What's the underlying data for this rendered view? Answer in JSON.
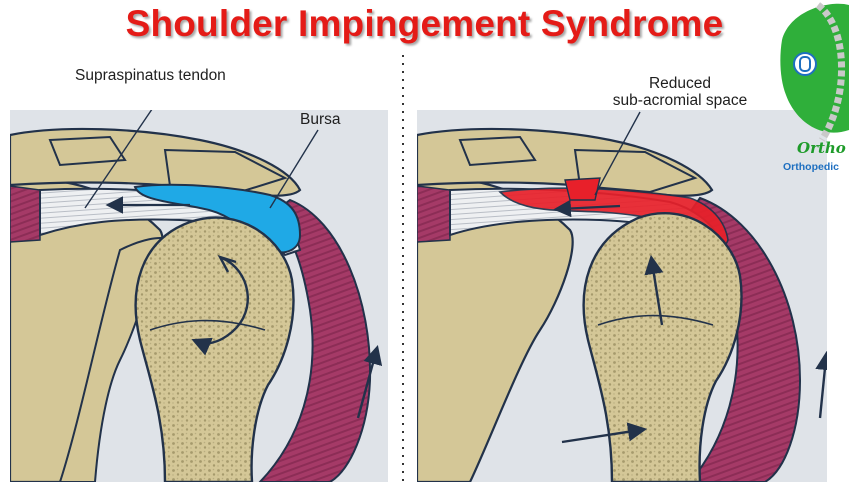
{
  "title": "Shoulder Impingement Syndrome",
  "left_panel": {
    "labels": {
      "supraspinatus": "Supraspinatus tendon",
      "bursa": "Bursa"
    }
  },
  "right_panel": {
    "labels": {
      "reduced_line1": "Reduced",
      "reduced_line2": "sub-acromial space"
    }
  },
  "logo": {
    "text1": "Ortho",
    "text2": "Orthopedic"
  },
  "colors": {
    "title": "#e41b17",
    "bone": "#d4c797",
    "bone_dark": "#a69a6c",
    "bursa": "#1fa9e6",
    "inflamed": "#e8202a",
    "muscle": "#a53a67",
    "muscle_dark": "#6e1f44",
    "tendon": "#e9ecef",
    "outline": "#22324a",
    "bg_panel": "#dfe3e8",
    "logo_green": "#1e9b2a",
    "logo_blue": "#1e6fc0"
  },
  "icons": [
    "rotation-arrow-icon",
    "upward-arrow-icon",
    "pull-arrow-icon",
    "spine-logo-icon"
  ]
}
